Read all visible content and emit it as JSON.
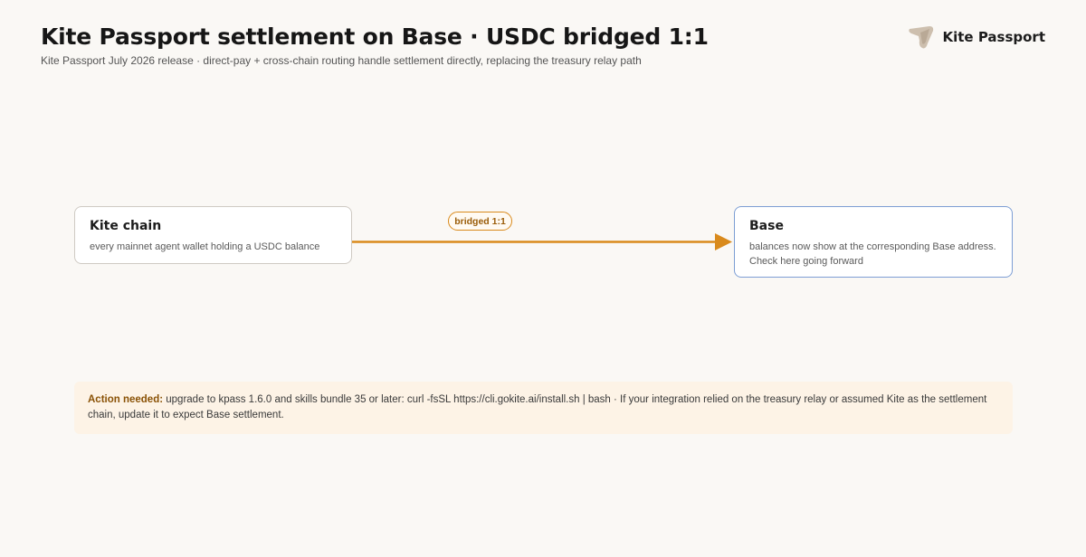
{
  "header": {
    "title": "Kite Passport settlement on Base · USDC bridged 1:1",
    "subtitle": "Kite Passport July 2026 release · direct-pay + cross-chain routing handle settlement directly, replacing the treasury relay path"
  },
  "brand": {
    "name": "Kite Passport",
    "logo_icon": "kite-logo-icon"
  },
  "diagram": {
    "source": {
      "title": "Kite chain",
      "description": "every mainnet agent wallet holding a USDC balance"
    },
    "edge": {
      "label": "bridged 1:1",
      "color": "#d98a1c"
    },
    "target": {
      "title": "Base",
      "description": "balances now show at the corresponding Base address. Check here going forward",
      "border_color": "#7d9ed4"
    }
  },
  "callout": {
    "label": "Action needed:",
    "text": " upgrade to kpass 1.6.0 and skills bundle 35 or later: curl -fsSL https://cli.gokite.ai/install.sh | bash  ·  If your integration relied on the treasury relay or assumed Kite as the settlement chain, update it to expect Base settlement."
  }
}
